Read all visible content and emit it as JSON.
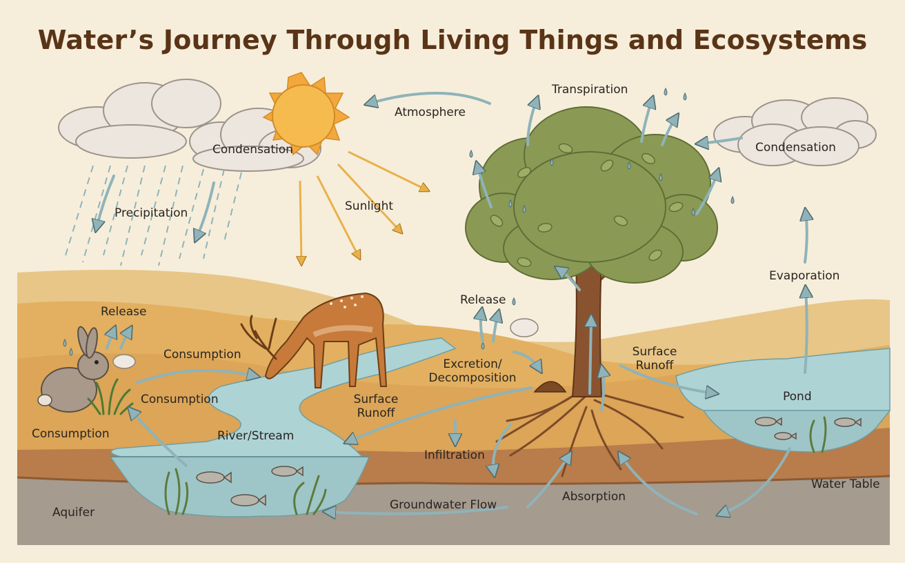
{
  "title": "Water’s Journey Through Living Things and Ecosystems",
  "labels": {
    "condensation_left": "Condensation",
    "condensation_right": "Condensation",
    "atmosphere": "Atmosphere",
    "transpiration": "Transpiration",
    "precipitation": "Precipitation",
    "sunlight": "Sunlight",
    "evaporation": "Evaporation",
    "release_rabbit": "Release",
    "release_center": "Release",
    "consumption_deer": "Consumption",
    "consumption_rabbit": "Consumption",
    "consumption_left": "Consumption",
    "excretion_line1": "Excretion/",
    "excretion_line2": "Decomposition",
    "surface_runoff_center_line1": "Surface",
    "surface_runoff_center_line2": "Runoff",
    "surface_runoff_right_line1": "Surface",
    "surface_runoff_right_line2": "Runoff",
    "pond": "Pond",
    "river_stream": "River/Stream",
    "infiltration": "Infiltration",
    "water_table": "Water Table",
    "absorption": "Absorption",
    "groundwater_flow": "Groundwater Flow",
    "aquifer": "Aquifer"
  },
  "colors": {
    "background": "#f6eedb",
    "title": "#5a3417",
    "arrow_blue": "#8fb3b8",
    "arrow_sun": "#e8a93a",
    "water": "#a9cfd2",
    "sand": "#e7bf72",
    "soil": "#b87a4a",
    "bedrock": "#a39a8e",
    "foliage": "#8a9a55"
  }
}
